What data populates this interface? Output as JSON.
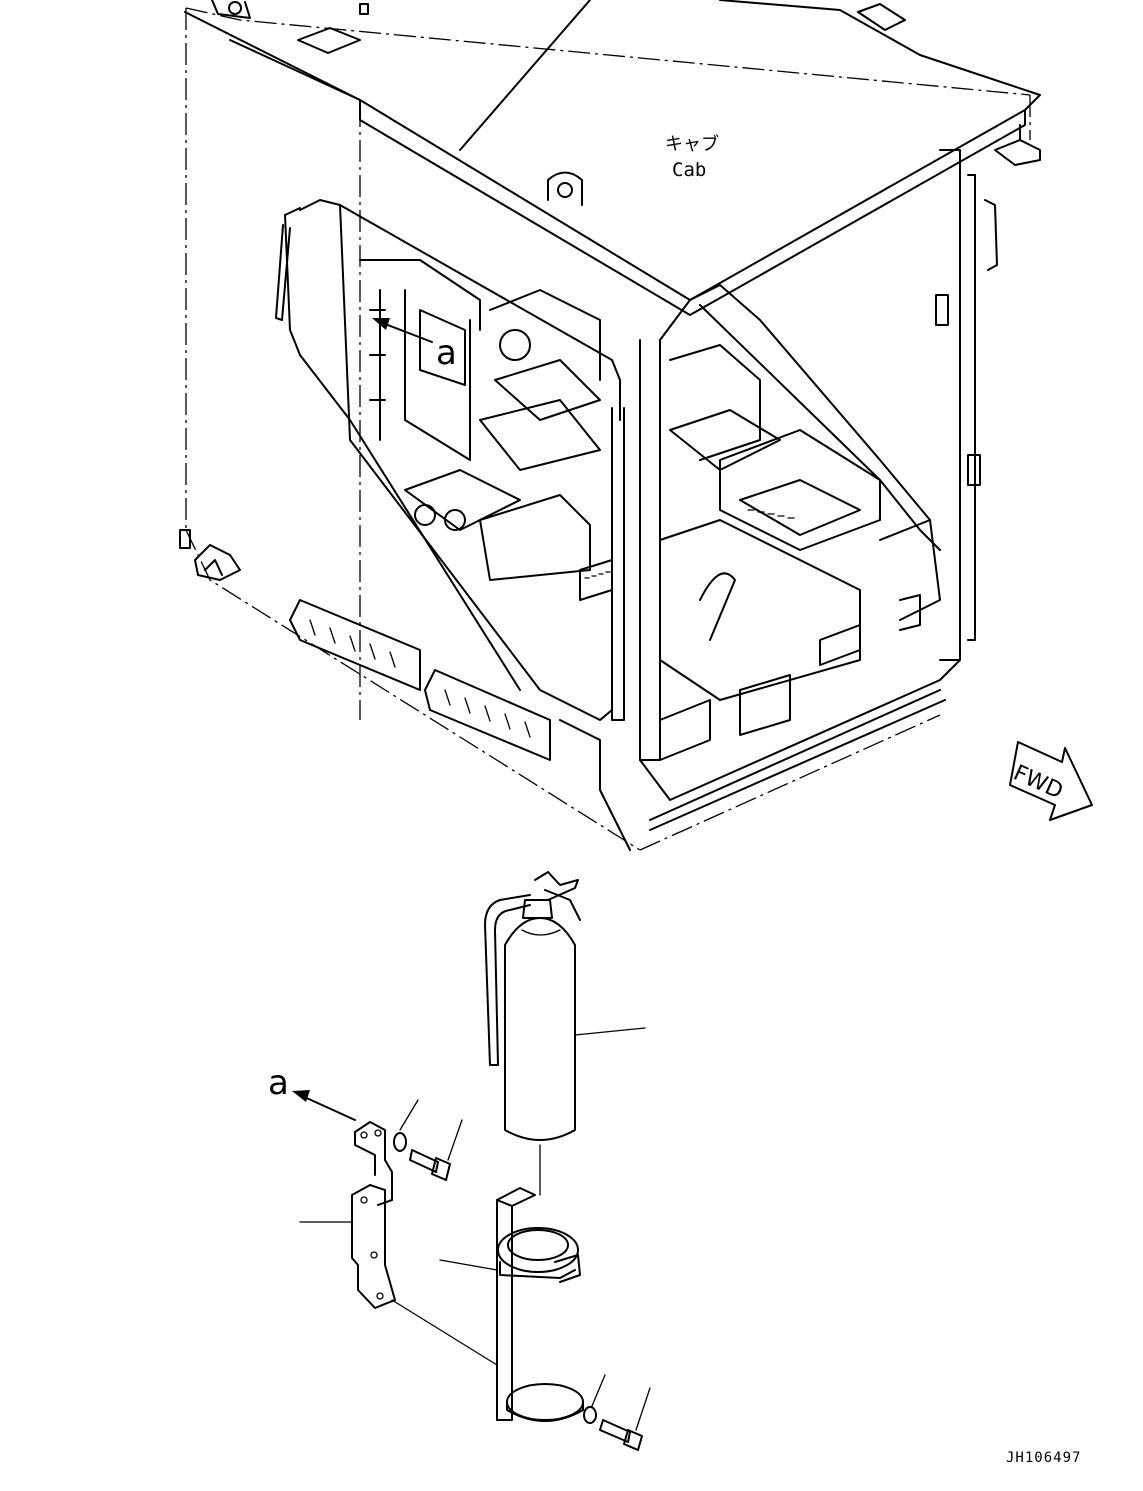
{
  "cab_label_jp": "キャブ",
  "cab_label_en": "Cab",
  "ref_mark_top": "a",
  "ref_mark_bottom": "a",
  "fwd_label": "FWD",
  "drawing_code": "JH106497"
}
